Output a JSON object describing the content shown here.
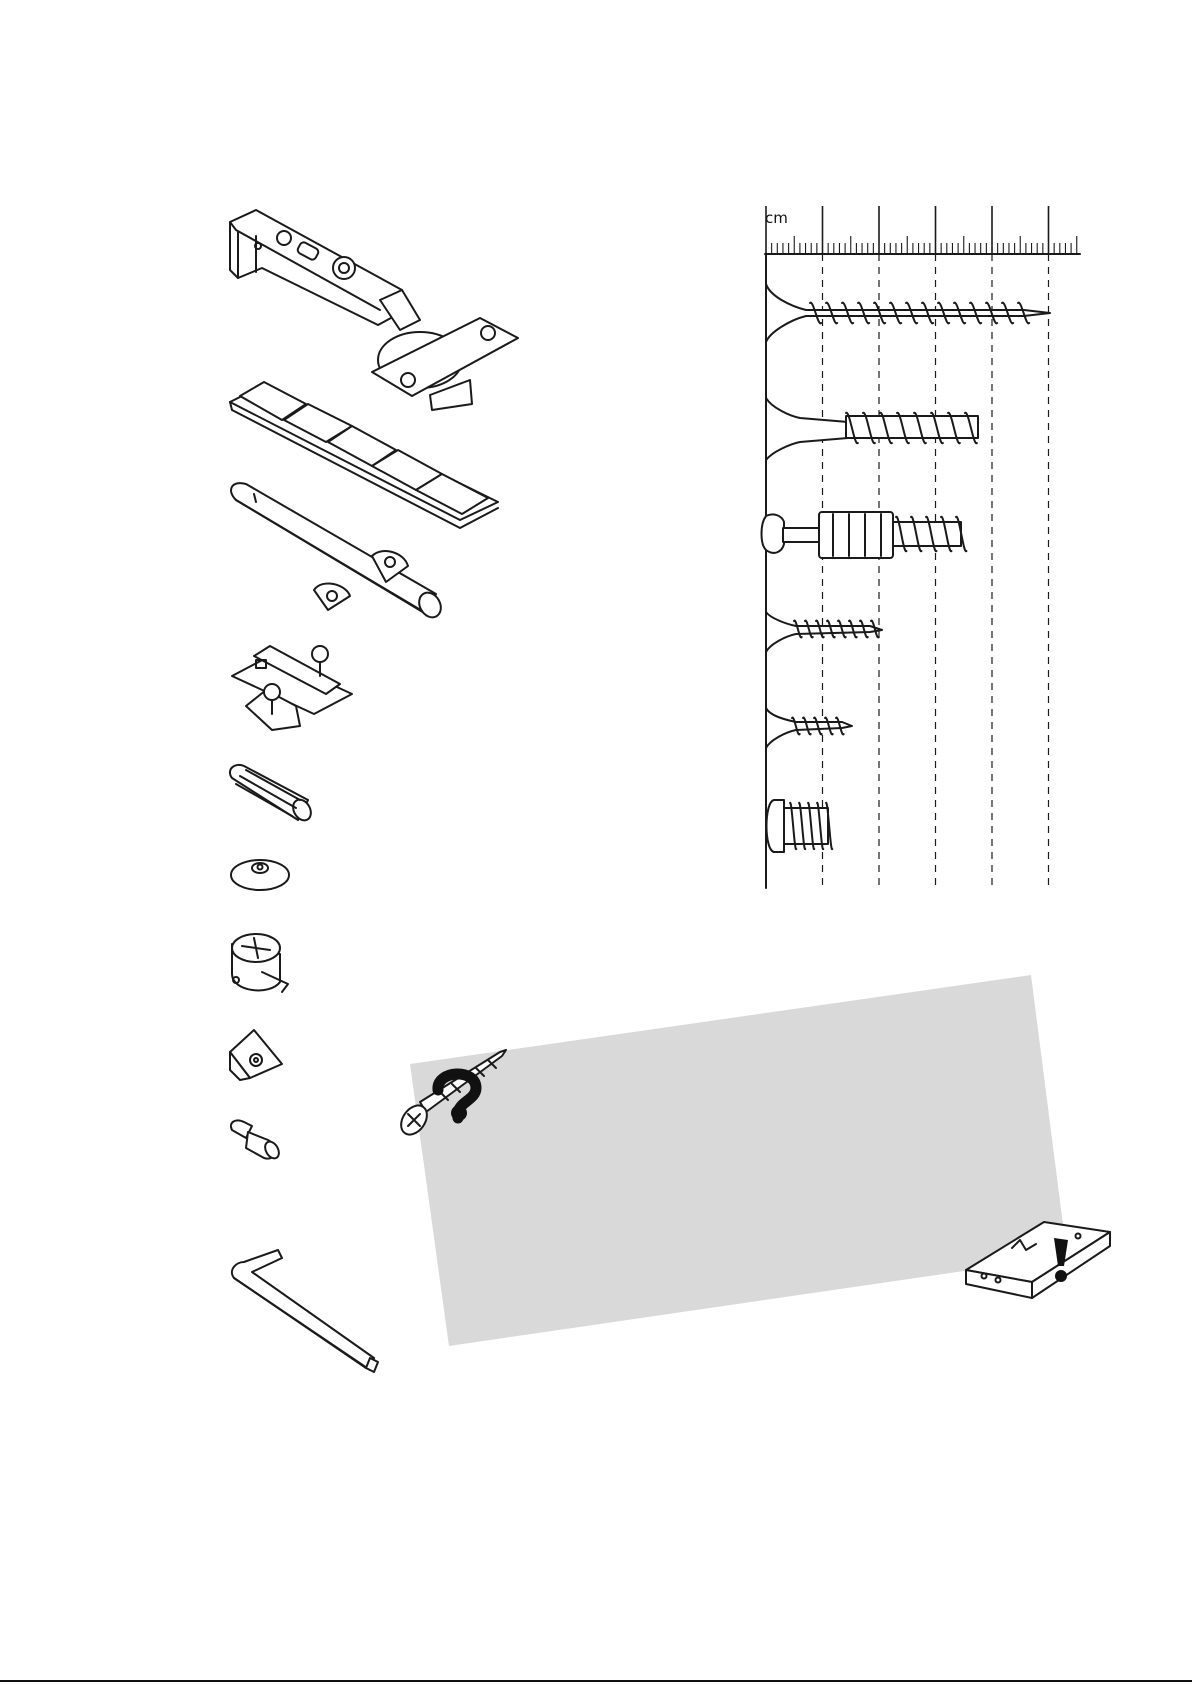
{
  "ruler": {
    "unit_label": "cm",
    "major_ticks": 6,
    "minor_per_major": 10
  },
  "parts_left": [
    "hinge",
    "adhesive-pads-strip",
    "soft-close-damper",
    "mounting-plate",
    "wooden-dowel",
    "bumper-disc",
    "cam-lock",
    "corner-block",
    "shelf-support-pin",
    "allen-key"
  ],
  "screws_right": [
    {
      "name": "long-wood-screw",
      "length_cm": 5
    },
    {
      "name": "confirmat-screw",
      "length_cm": 3.7
    },
    {
      "name": "connector-bolt",
      "length_cm": 3.5
    },
    {
      "name": "medium-wood-screw",
      "length_cm": 2
    },
    {
      "name": "short-wood-screw",
      "length_cm": 1.5
    },
    {
      "name": "euro-screw",
      "length_cm": 1.1
    }
  ],
  "notice": {
    "background": "#d9d9d9",
    "icons": [
      "question-mark-icon",
      "exclamation-mark-icon"
    ]
  }
}
